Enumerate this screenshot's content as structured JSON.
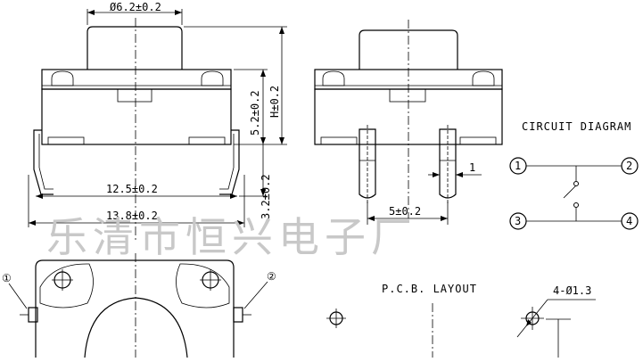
{
  "watermark": "乐清市恒兴电子厂",
  "dimensions": {
    "top_diameter": "Ø6.2±0.2",
    "body_height": "5.2±0.2",
    "total_height": "H±0.2",
    "lead_length": "3.2±0.2",
    "inner_width": "12.5±0.2",
    "outer_width": "13.8±0.2",
    "pin_pitch": "5±0.2",
    "pin_width": "1",
    "hole_spec": "4-Ø1.3"
  },
  "circuit": {
    "title": "CIRCUIT   DIAGRAM",
    "pins": [
      "1",
      "2",
      "3",
      "4"
    ]
  },
  "pcb": {
    "title": "P.C.B. LAYOUT"
  },
  "bottom_view": {
    "pin_labels": [
      "①",
      "②"
    ]
  }
}
